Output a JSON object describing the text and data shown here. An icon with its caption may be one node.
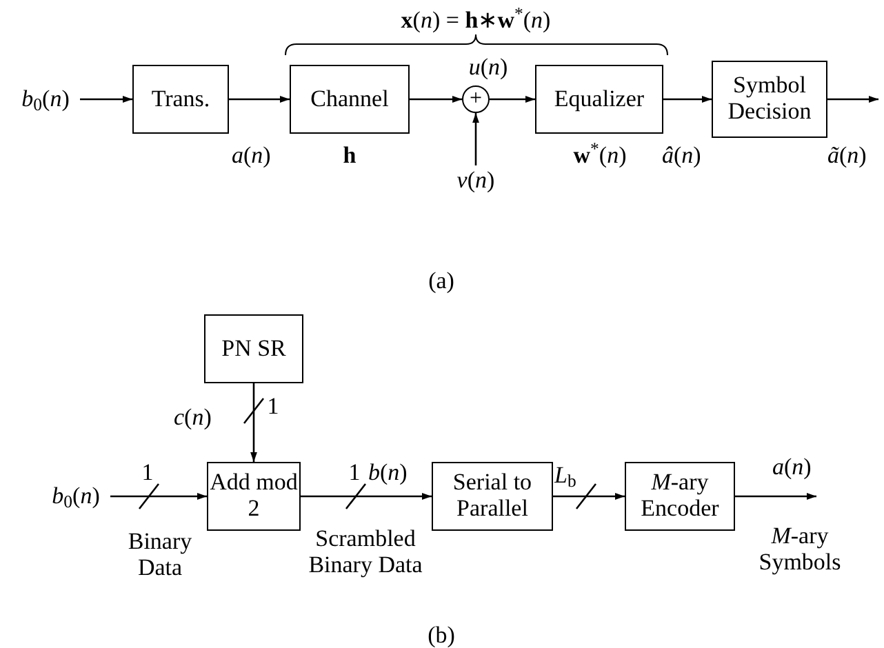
{
  "diagram": {
    "nodes": [
      {
        "text": [
          "*b*$_{0}$(*n*)"
        ]
      },
      {
        "text": [
          "Trans."
        ]
      },
      {
        "text": [
          "Channel"
        ],
        "beside": [
          "**h**"
        ]
      },
      {
        "text": [
          "+"
        ]
      },
      {
        "text": [
          "Equalizer"
        ],
        "beside": [
          "**w**$^{*}$(*n*)"
        ]
      },
      {
        "text": [
          "Symbol Decision"
        ]
      },
      {
        "text": [
          "*v*(*n*)"
        ]
      },
      {
        "text": [
          "PN SR"
        ]
      },
      {
        "text": [
          "Add mod 2"
        ]
      },
      {
        "text": [
          "Serial to Parallel"
        ]
      },
      {
        "text": [
          "*M*-ary Encoder"
        ]
      },
      {
        "text": [
          "*b*$_{0}$(*n*)"
        ]
      }
    ],
    "edges": [
      {
        "from": 0,
        "to": 1,
        "arrow": "to"
      },
      {
        "from": 1,
        "to": 2,
        "arrow": "to",
        "label": "*a*(*n*)"
      },
      {
        "from": 2,
        "to": 3,
        "arrow": "to"
      },
      {
        "from": 3,
        "to": 4,
        "arrow": "to"
      },
      {
        "from": 6,
        "to": 3,
        "arrow": "to"
      },
      {
        "from": 4,
        "to": 5,
        "arrow": "to",
        "label": "*â*(*n*)"
      },
      {
        "from": 5,
        "to": null,
        "arrow": "to",
        "label": "*ã*(*n*)"
      },
      {
        "from": 7,
        "to": 8,
        "arrow": "to",
        "label": "*c*(*n*)"
      },
      {
        "from": 11,
        "to": 8,
        "arrow": "to"
      },
      {
        "from": 8,
        "to": 9,
        "arrow": "to",
        "label": "*b*(*n*)"
      },
      {
        "from": 9,
        "to": 10,
        "arrow": "to",
        "label": "*L*$_{b}$"
      },
      {
        "from": 10,
        "to": null,
        "arrow": "to",
        "label": "*a*(*n*)"
      }
    ],
    "labels": [
      "**x**(*n*) = **h**∗**w**$^{*}$(*n*)",
      "*u*(*n*)",
      "(a)",
      "1",
      "1",
      "1",
      "Binary Data",
      "Scrambled Binary Data",
      "*M*-ary Symbols",
      "(b)"
    ]
  }
}
